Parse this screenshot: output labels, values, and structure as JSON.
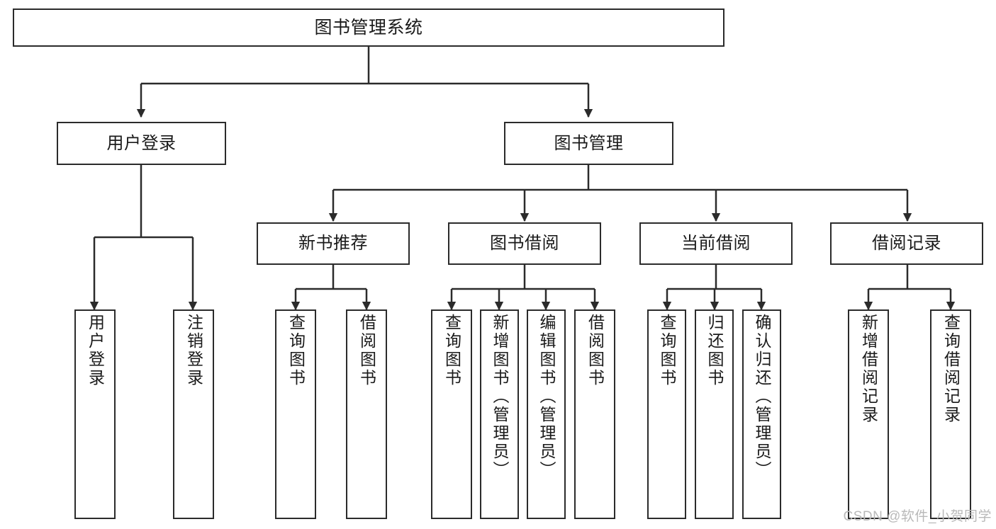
{
  "diagram": {
    "title": "图书管理系统",
    "type": "tree",
    "watermark": "CSDN @软件_小贺同学",
    "colors": {
      "stroke": "#2b2b2b",
      "fill": "#ffffff",
      "text": "#1a1a1a",
      "watermark": "#b9b9b9"
    },
    "levels": {
      "root": {
        "label": "图书管理系统"
      },
      "level2": [
        {
          "label": "用户登录"
        },
        {
          "label": "图书管理"
        }
      ],
      "level3": [
        {
          "label": "新书推荐"
        },
        {
          "label": "图书借阅"
        },
        {
          "label": "当前借阅"
        },
        {
          "label": "借阅记录"
        }
      ],
      "leaves": [
        {
          "label": "用户登录"
        },
        {
          "label": "注销登录"
        },
        {
          "label": "查询图书"
        },
        {
          "label": "借阅图书"
        },
        {
          "label": "查询图书"
        },
        {
          "label": "新增图书（管理员）"
        },
        {
          "label": "编辑图书（管理员）"
        },
        {
          "label": "借阅图书"
        },
        {
          "label": "查询图书"
        },
        {
          "label": "归还图书"
        },
        {
          "label": "确认归还（管理员）"
        },
        {
          "label": "新增借阅记录"
        },
        {
          "label": "查询借阅记录"
        }
      ]
    }
  }
}
